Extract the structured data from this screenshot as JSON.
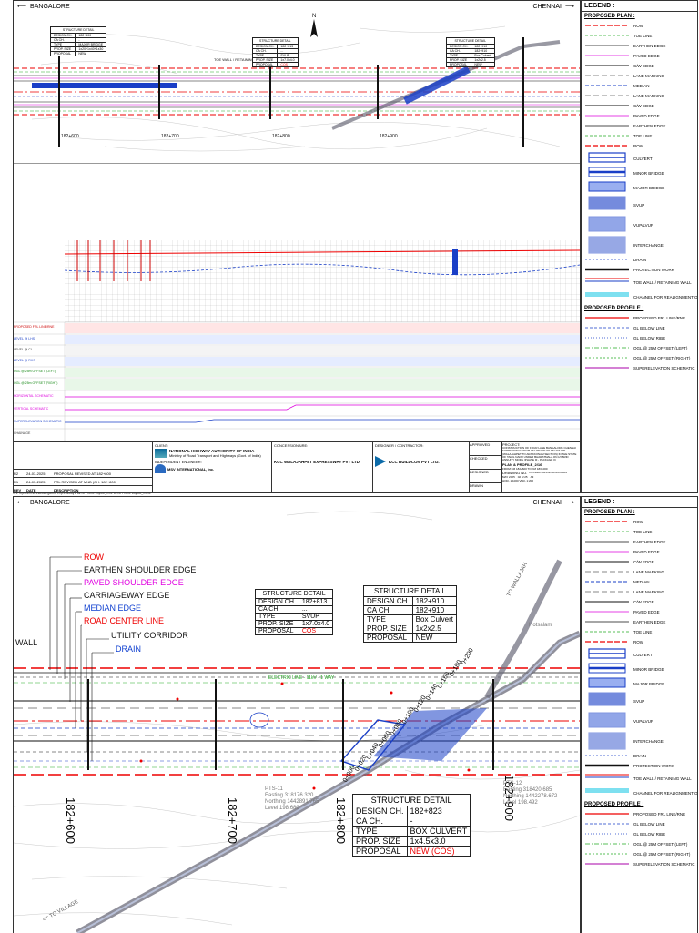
{
  "header": {
    "left_city": "BANGALORE",
    "right_city": "CHENNAI",
    "north": "N"
  },
  "legend": {
    "title": "LEGEND :",
    "plan_heading": "PROPOSED PLAN :",
    "plan_items": [
      {
        "label": "ROW"
      },
      {
        "label": "TOE LINE"
      },
      {
        "label": "EARTHEN EDGE"
      },
      {
        "label": "PAVED EDGE"
      },
      {
        "label": "C/W EDGE"
      },
      {
        "label": "LANE MARKING"
      },
      {
        "label": "MEDIAN"
      },
      {
        "label": "LANE MARKING"
      },
      {
        "label": "C/W EDGE"
      },
      {
        "label": "PAVED EDGE"
      },
      {
        "label": "EARTHEN EDGE"
      },
      {
        "label": "TOE LINE"
      },
      {
        "label": "ROW"
      },
      {
        "label": "CULVERT"
      },
      {
        "label": "MINOR BRIDGE"
      },
      {
        "label": "MAJOR BRIDGE"
      },
      {
        "label": "SVUP"
      },
      {
        "label": "VUP/LVUP"
      },
      {
        "label": "INTERCHANGE"
      },
      {
        "label": "DRAIN"
      },
      {
        "label": "PROTECTION WORK"
      },
      {
        "label": "TOE WALL / RETAINING WALL"
      },
      {
        "label": "CHANNEL FOR REALIGNMENT OF EXISTING STREAM"
      }
    ],
    "profile_heading": "PROPOSED PROFILE :",
    "profile_items": [
      {
        "label": "PROPOSED FRL LINE/RNE"
      },
      {
        "label": "GL BELOW LINE"
      },
      {
        "label": "GL BELOW RIBE"
      },
      {
        "label": "OGL @ 25M OFFSET (LEFT)"
      },
      {
        "label": "OGL @ 25M OFFSET (RIGHT)"
      },
      {
        "label": "SUPERELEVATION SCHEMATIC"
      }
    ]
  },
  "top_sheet": {
    "structure_tables": [
      {
        "title": "STRUCTURE DETAIL",
        "rows": [
          [
            "DESIGN CH.",
            "182+600"
          ],
          [
            "CA CH.",
            "-"
          ],
          [
            "TYPE",
            "MAJOR BRIDGE"
          ],
          [
            "PROP. SIZE",
            "1x20+1x40+1x30"
          ],
          [
            "PROPOSAL",
            "NEW"
          ]
        ]
      },
      {
        "title": "STRUCTURE DETAIL",
        "rows": [
          [
            "DESIGN CH.",
            "182+813"
          ],
          [
            "CA CH.",
            "..."
          ],
          [
            "TYPE",
            "SVUP"
          ],
          [
            "PROP. SIZE",
            "1x7.0x4.0"
          ],
          [
            "PROPOSAL",
            "COS"
          ]
        ]
      },
      {
        "title": "STRUCTURE DETAIL",
        "rows": [
          [
            "DESIGN CH.",
            "182+910"
          ],
          [
            "CA CH.",
            "182+910"
          ],
          [
            "TYPE",
            "Box Culvert"
          ],
          [
            "PROP. SIZE",
            "1x2x2.5"
          ],
          [
            "PROPOSAL",
            "NEW"
          ]
        ]
      }
    ],
    "wall_label": "TOE WALL / RETAINING WALL",
    "chainages": [
      "182+600",
      "182+700",
      "182+800",
      "182+900"
    ],
    "profile_rows": [
      "PROPOSED FRL LINE/RNE",
      "LEVEL @ LHS",
      "LEVEL @ CL",
      "LEVEL @ RHS",
      "OGL @ 25m OFFSET (LEFT)",
      "OGL @ 25m OFFSET (RIGHT)",
      "HORIZONTAL SCHEMATIC",
      "VERTICAL SCHEMATIC",
      "SUPERELEVATION SCHEMATIC",
      "CHAINAGE"
    ],
    "title_block": {
      "revisions": [
        [
          "R2",
          "24-03-2025",
          "PROPOSAL REVISED AT 182+800"
        ],
        [
          "R1",
          "24-03-2025",
          "FRL REVISED AT MNB (CH. 182+800)"
        ],
        [
          "REV",
          "DATE",
          "DESCRIPTION"
        ]
      ],
      "client_label": "CLIENT:",
      "client": "NATIONAL HIGHWAY AUTHORITY OF INDIA",
      "client_sub": "Ministry of Road Transport and Highways (Govt. of India)",
      "engineer_label": "INDEPENDENT ENGINEER:",
      "engineer": "MSV INTERNATIONAL, Inc.",
      "concessionaire_label": "CONCESSIONAIRE:",
      "concessionaire": "KCC WALAJAHPET EXPRESSWAY PVT LTD.",
      "contractor_label": "DESIGNER / CONTRACTOR:",
      "contractor": "KCC BUILDCON PVT LTD.",
      "approved": "APPROVED",
      "checked": "CHECKED",
      "designed": "DESIGNED",
      "drawn": "DRAWN",
      "project_label": "PROJECT:",
      "project": "CONSTRUCTION OF FOUR LANE BANGALORE CHENNAI EXPRESSWAY FROM KM 180.800 TO KM 204.800 (WALAJAHPET TO ARAKKONAM SECTION) IN THE STATE OF TAMIL NADU UNDER BHARATMALA ON HYBRID ANNUITY MODE (PHASE III - PACKAGE II)",
      "drawing_title": "PLAN & PROFILE_2/16",
      "drawing_sub": "FROM KM 182+600 TO KM 183+000",
      "drawing_no_label": "DRAWING NO.",
      "drawing_no": "KCCBBC-DHVNPNP/MCW003",
      "date": "MAY 2025",
      "scale": "HOR- 1:1000 VER- 1:200",
      "sheet": "02 of 25",
      "format": "A3"
    },
    "footer_path": "C:\\Projects\\Chennai\\Bangalore expressway\\Plan & Profile Layout_C3\\Plan & Profile Layout_C3.dr"
  },
  "zoom_sheet": {
    "callouts": [
      {
        "label": "ROW",
        "color": "#e00000"
      },
      {
        "label": "EARTHEN SHOULDER EDGE",
        "color": "#111111"
      },
      {
        "label": "PAVED SHOULDER EDGE",
        "color": "#e000e0"
      },
      {
        "label": "CARRIAGEWAY EDGE",
        "color": "#111111"
      },
      {
        "label": "MEDIAN EDGE",
        "color": "#1040d0"
      },
      {
        "label": "ROAD CENTER LINE",
        "color": "#e00000"
      },
      {
        "label": "UTILITY CORRIDOR",
        "color": "#111111"
      },
      {
        "label": "DRAIN",
        "color": "#1040d0"
      }
    ],
    "wall_label": "WALL",
    "tables": [
      {
        "title": "STRUCTURE DETAIL",
        "rows": [
          [
            "DESIGN CH.",
            "182+813"
          ],
          [
            "CA CH.",
            "..."
          ],
          [
            "TYPE",
            "SVUP"
          ],
          [
            "PROP. SIZE",
            "1x7.0x4.0"
          ],
          [
            "PROPOSAL",
            "COS"
          ]
        ],
        "red_value": "COS"
      },
      {
        "title": "STRUCTURE DETAIL",
        "rows": [
          [
            "DESIGN CH.",
            "182+910"
          ],
          [
            "CA CH.",
            "182+910"
          ],
          [
            "TYPE",
            "Box Culvert"
          ],
          [
            "PROP. SIZE",
            "1x2x2.5"
          ],
          [
            "PROPOSAL",
            "NEW"
          ]
        ],
        "red_value": ""
      },
      {
        "title": "STRUCTURE DETAIL",
        "rows": [
          [
            "DESIGN CH.",
            "182+823"
          ],
          [
            "CA CH.",
            "-"
          ],
          [
            "TYPE",
            "BOX CULVERT"
          ],
          [
            "PROP. SIZE",
            "1x4.5x3.0"
          ],
          [
            "PROPOSAL",
            "NEW (COS)"
          ]
        ],
        "red_value": "NEW (COS)"
      }
    ],
    "chainages": [
      "182+600",
      "182+700",
      "182+800",
      "182+900"
    ],
    "electric_line": "ELECTRIC LINE - 11kV - 1 WAY",
    "survey_points": [
      {
        "id": "PTS-11",
        "easting": "Easting 318176.320",
        "northing": "Northing 1442891.765",
        "level": "Level 198.680"
      },
      {
        "id": "PTS-12",
        "easting": "Easting 318420.685",
        "northing": "Northing 1442278.672",
        "level": "Level 198.492"
      }
    ],
    "road_label": "TO WALLAJAH",
    "village_label": "<< TO VILLAGE",
    "place_label": "Hotsalam",
    "zoomed_ch": [
      "0+000",
      "0+020",
      "0+040",
      "0+060",
      "0+080",
      "0+100",
      "0+120",
      "0+140",
      "0+160",
      "0+180",
      "0+200"
    ]
  }
}
